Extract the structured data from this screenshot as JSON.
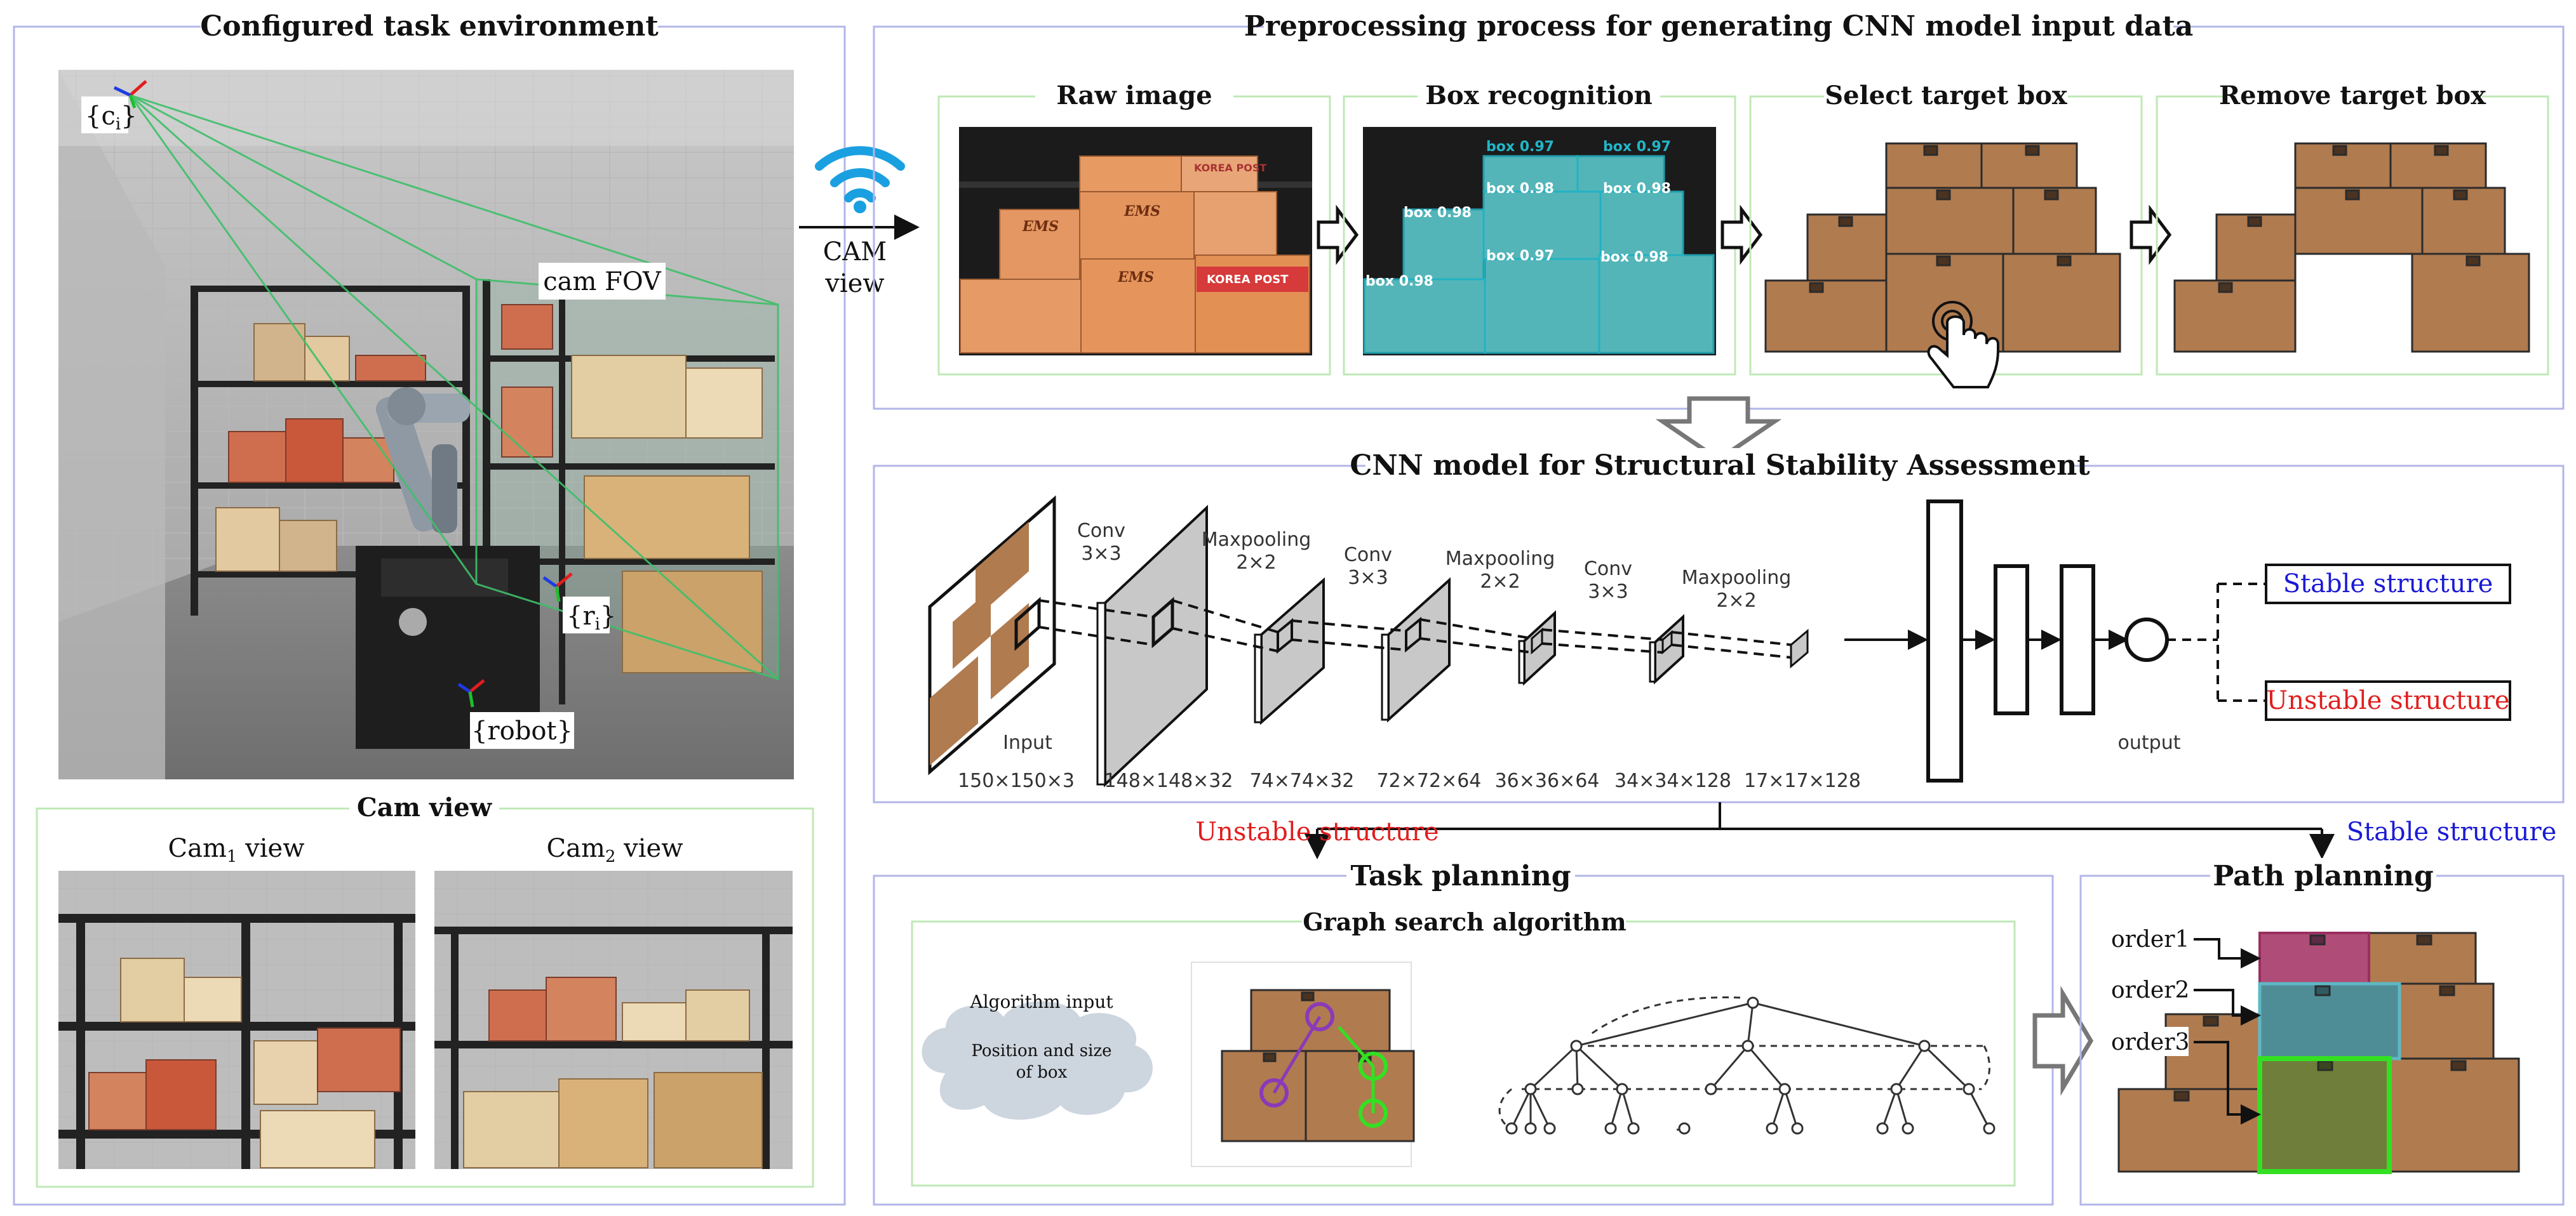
{
  "colors": {
    "panel_border": "#b3b6e8",
    "inner_border": "#bfe8b6",
    "box_fill": "#b07b4f",
    "box_edge": "#2b2b2b",
    "detect_fill": "#5fd0d4",
    "stable": "#1a1ad6",
    "unstable": "#e01e1e",
    "highlight_green": "#33e022",
    "highlight_purple": "#8a3ab8",
    "order1_fill": "#b04c78",
    "order2_fill": "#4f8d96",
    "order3_fill": "#6f7e3a",
    "wifi": "#1aa0e0"
  },
  "env": {
    "title": "Configured task environment",
    "label_c": "{c",
    "label_c_sub": "i",
    "label_c_end": "}",
    "label_fov": "cam FOV",
    "label_r": "{r",
    "label_r_sub": "i",
    "label_r_end": "}",
    "label_robot": "{robot}"
  },
  "camview": {
    "title": "Cam view",
    "cam1_pre": "Cam",
    "cam1_sub": "1",
    "cam1_post": " view",
    "cam2_pre": "Cam",
    "cam2_sub": "2",
    "cam2_post": " view"
  },
  "link": {
    "line1": "CAM",
    "line2": "view",
    "icon": "wifi-icon"
  },
  "preprocess": {
    "title": "Preprocessing process for generating CNN model input data",
    "steps": [
      "Raw image",
      "Box recognition",
      "Select target box",
      "Remove target box"
    ],
    "detections": [
      "box 0.97",
      "box 0.97",
      "box 0.98",
      "box 0.98",
      "box 0.98",
      "box 0.97",
      "box 0.98",
      "box 0.98"
    ],
    "package_text": [
      "EMS",
      "EMS",
      "EMS",
      "KOREA POST",
      "KOREA POST"
    ]
  },
  "cnn": {
    "title": "CNN model for Structural Stability Assessment",
    "layers": [
      {
        "label1": "",
        "label2": "Input",
        "dims": "150×150×3"
      },
      {
        "label1": "Conv",
        "label2": "3×3",
        "dims": "148×148×32"
      },
      {
        "label1": "Maxpooling",
        "label2": "2×2",
        "dims": "74×74×32"
      },
      {
        "label1": "Conv",
        "label2": "3×3",
        "dims": "72×72×64"
      },
      {
        "label1": "Maxpooling",
        "label2": "2×2",
        "dims": "36×36×64"
      },
      {
        "label1": "Conv",
        "label2": "3×3",
        "dims": "34×34×128"
      },
      {
        "label1": "Maxpooling",
        "label2": "2×2",
        "dims": "17×17×128"
      }
    ],
    "output_label": "output",
    "stable_label": "Stable structure",
    "unstable_label": "Unstable structure"
  },
  "branches": {
    "unstable": "Unstable structure",
    "stable": "Stable structure"
  },
  "task": {
    "title": "Task planning",
    "inner_title": "Graph search algorithm",
    "cloud_line1": "Algorithm input",
    "cloud_line2": "Position and size",
    "cloud_line3": "of box"
  },
  "path": {
    "title": "Path planning",
    "orders": [
      "order1",
      "order2",
      "order3"
    ]
  }
}
